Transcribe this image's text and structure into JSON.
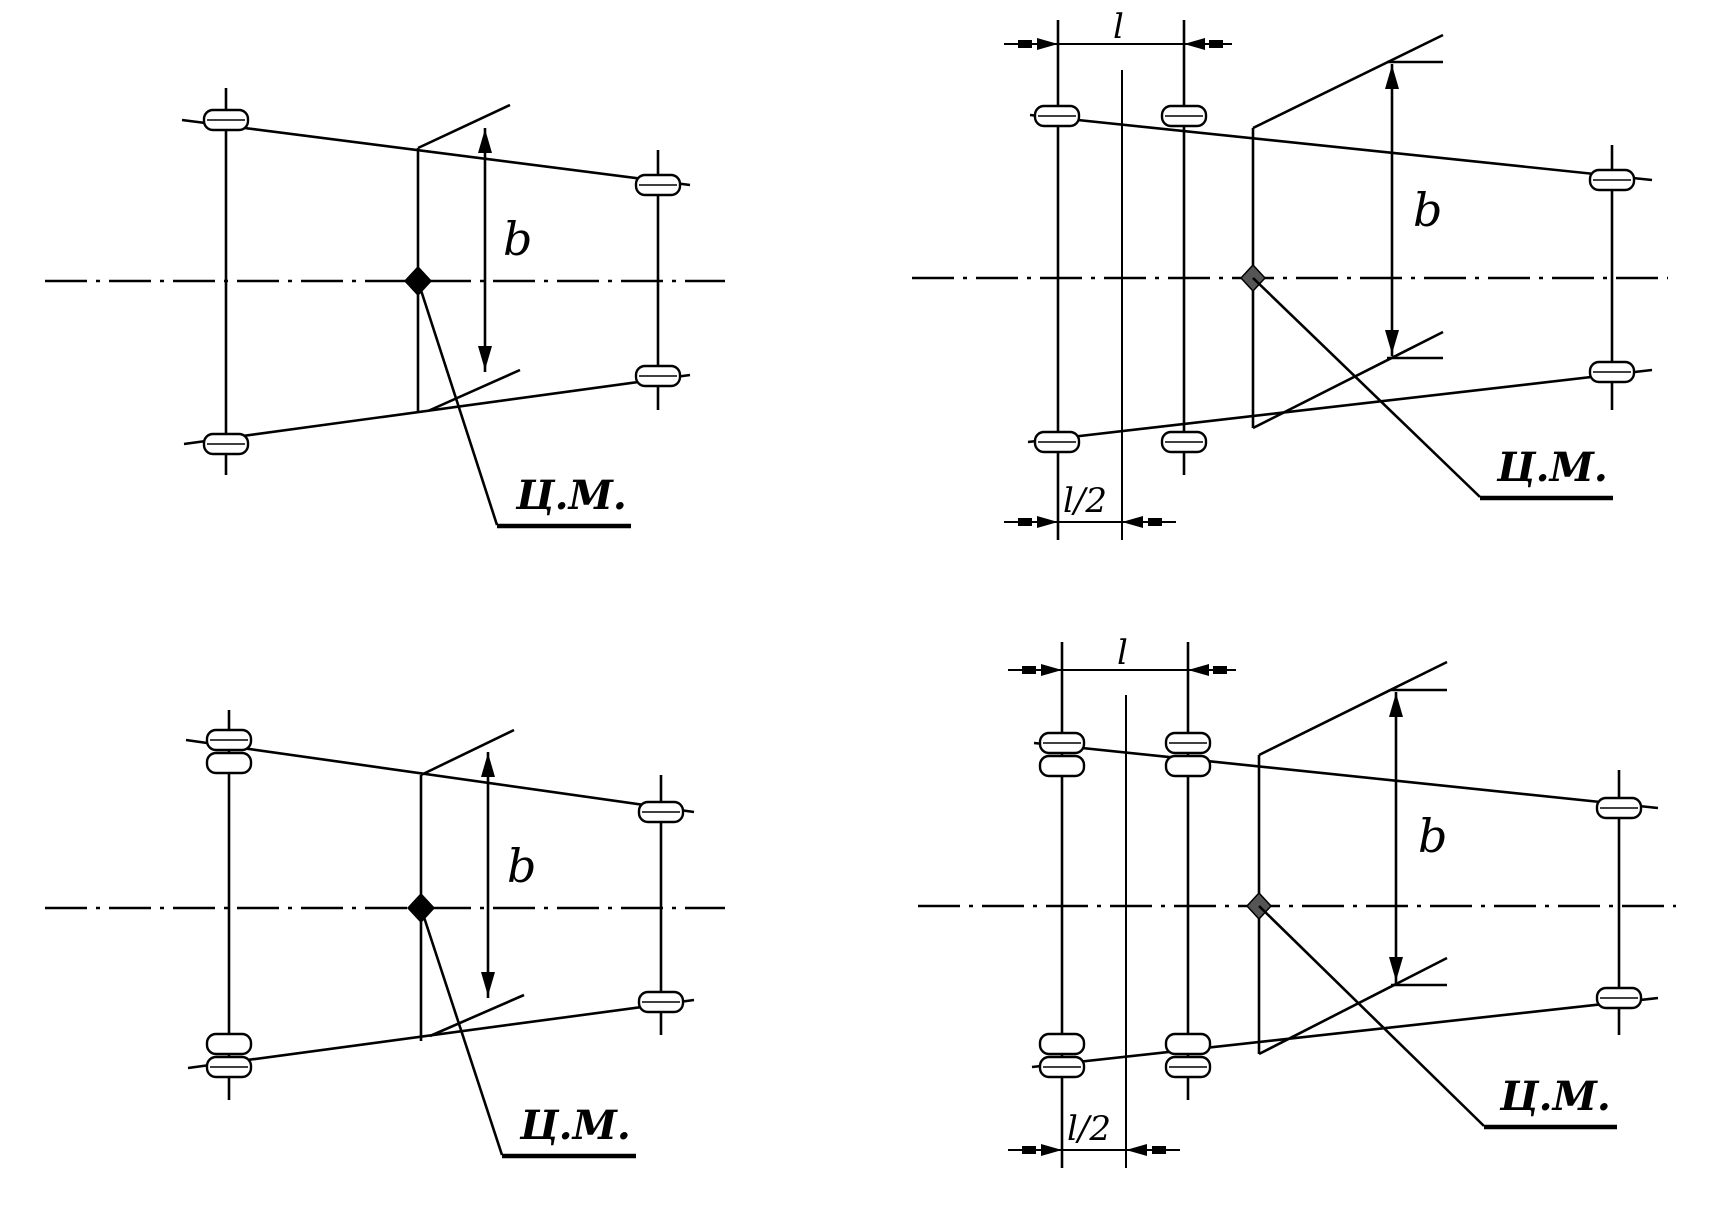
{
  "labels": {
    "b": "b",
    "center_of_mass": "Ц.М.",
    "spacing": "l",
    "half_spacing": "l/2"
  }
}
